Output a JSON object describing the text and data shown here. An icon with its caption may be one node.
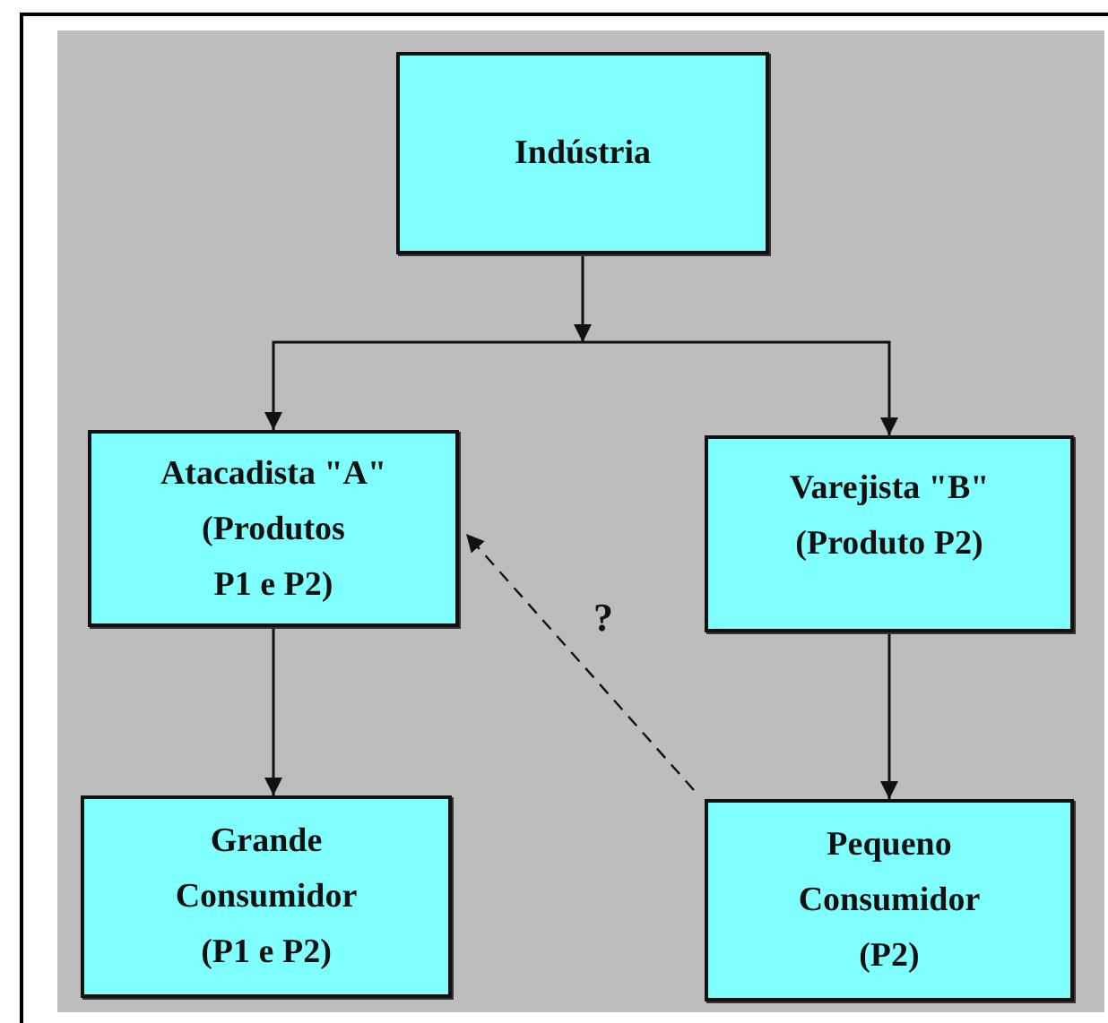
{
  "diagram": {
    "nodes": [
      {
        "text": [
          "Indústria"
        ]
      },
      {
        "text": [
          "Atacadista \"A\"",
          "(Produtos P1 e P2)"
        ]
      },
      {
        "text": [
          "Varejista \"B\"",
          "(Produto P2)"
        ]
      },
      {
        "text": [
          "Grande Consumidor (P1 e P2)"
        ]
      },
      {
        "text": [
          "Pequeno Consumidor (P2)"
        ]
      }
    ],
    "edges": [
      {
        "from": 0,
        "to": 1,
        "arrow": "to"
      },
      {
        "from": 0,
        "to": 2,
        "arrow": "to"
      },
      {
        "from": 1,
        "to": 3,
        "arrow": "to"
      },
      {
        "from": 2,
        "to": 4,
        "arrow": "to"
      },
      {
        "from": 4,
        "to": 1,
        "arrow": "to",
        "label": "?",
        "style": "dashed"
      }
    ]
  }
}
